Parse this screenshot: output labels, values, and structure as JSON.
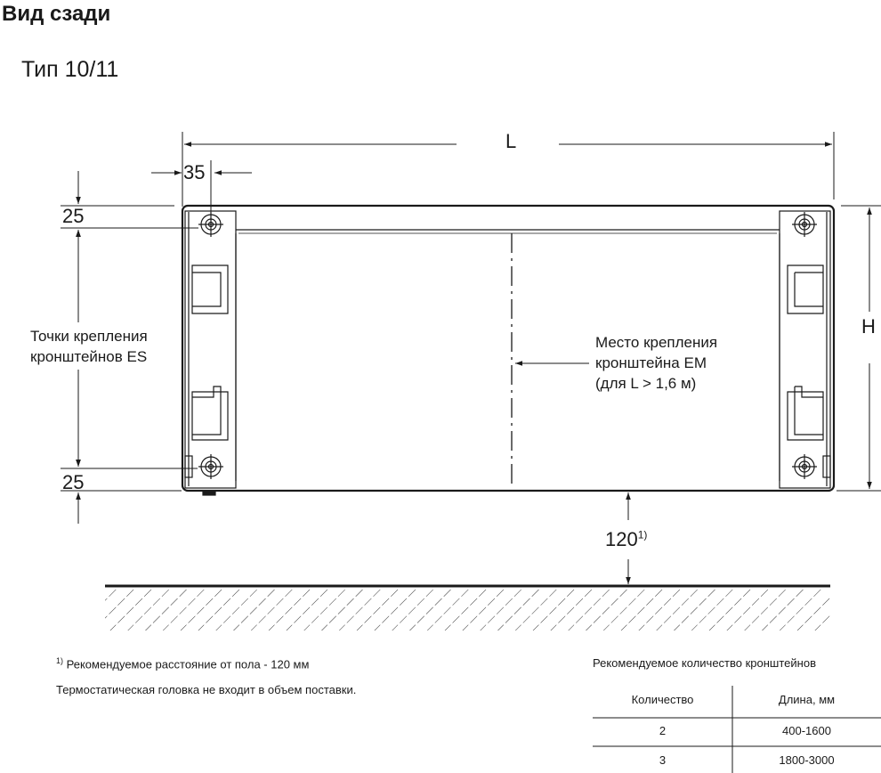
{
  "header": {
    "title": "Вид сзади",
    "subtitle": "Тип 10/11"
  },
  "dimensions": {
    "length": "L",
    "height": "H",
    "side_offset": "35",
    "top_offset": "25",
    "bottom_offset": "25",
    "floor_gap": "120",
    "floor_gap_ref": "1)"
  },
  "labels": {
    "es_line1": "Точки крепления",
    "es_line2": "кронштейнов ES",
    "em_line1": "Место крепления",
    "em_line2": "кронштейна EM",
    "em_line3": "(для L > 1,6 м)"
  },
  "notes": {
    "footnote_mark": "1)",
    "footnote_text": "Рекомендуемое расстояние от пола - 120 мм",
    "thermostat_note": "Термостатическая головка не входит в объем поставки."
  },
  "table": {
    "title": "Рекомендуемое количество кронштейнов",
    "headers": [
      "Количество",
      "Длина, мм"
    ],
    "rows": [
      [
        "2",
        "400-1600"
      ],
      [
        "3",
        "1800-3000"
      ]
    ]
  }
}
